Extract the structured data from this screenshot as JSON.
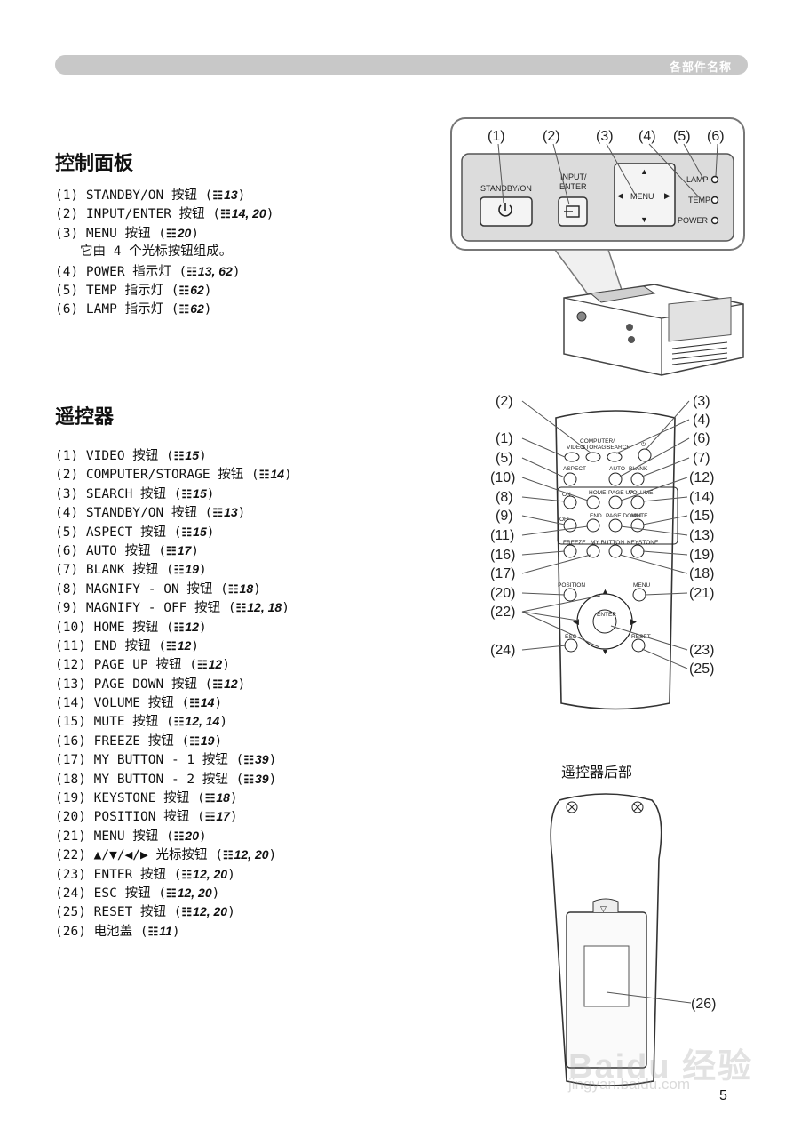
{
  "header": {
    "title": "各部件名称"
  },
  "control_panel": {
    "title": "控制面板",
    "items": [
      {
        "text": "(1) STANDBY/ON 按钮 (",
        "ref": "13",
        "close": ")"
      },
      {
        "text": "(2) INPUT/ENTER 按钮 (",
        "ref": "14, 20",
        "close": ")"
      },
      {
        "text": "(3) MENU 按钮 (",
        "ref": "20",
        "close": ")"
      },
      {
        "text": "它由 4 个光标按钮组成。",
        "ref": "",
        "close": ""
      },
      {
        "text": "(4) POWER 指示灯 (",
        "ref": "13, 62",
        "close": ")"
      },
      {
        "text": "(5) TEMP 指示灯 (",
        "ref": "62",
        "close": ")"
      },
      {
        "text": "(6) LAMP 指示灯 (",
        "ref": "62",
        "close": ")"
      }
    ],
    "figure": {
      "callouts": [
        "(1)",
        "(2)",
        "(3)",
        "(4)",
        "(5)",
        "(6)"
      ],
      "standby_label": "STANDBY/ON",
      "input_label_1": "INPUT/",
      "input_label_2": "ENTER",
      "menu_label": "MENU",
      "lamp_label": "LAMP",
      "temp_label": "TEMP",
      "power_label": "POWER"
    }
  },
  "remote": {
    "title": "遥控器",
    "items": [
      {
        "text": "(1) VIDEO 按钮 (",
        "ref": "15",
        "close": ")"
      },
      {
        "text": "(2) COMPUTER/STORAGE 按钮 (",
        "ref": "14",
        "close": ")"
      },
      {
        "text": "(3) SEARCH 按钮 (",
        "ref": "15",
        "close": ")"
      },
      {
        "text": "(4) STANDBY/ON 按钮 (",
        "ref": "13",
        "close": ")"
      },
      {
        "text": "(5) ASPECT 按钮 (",
        "ref": "15",
        "close": ")"
      },
      {
        "text": "(6) AUTO 按钮 (",
        "ref": "17",
        "close": ")"
      },
      {
        "text": "(7) BLANK 按钮 (",
        "ref": "19",
        "close": ")"
      },
      {
        "text": "(8) MAGNIFY - ON 按钮 (",
        "ref": "18",
        "close": ")"
      },
      {
        "text": "(9) MAGNIFY - OFF 按钮 (",
        "ref": "12, 18",
        "close": ")"
      },
      {
        "text": "(10) HOME 按钮 (",
        "ref": "12",
        "close": ")"
      },
      {
        "text": "(11) END 按钮 (",
        "ref": "12",
        "close": ")"
      },
      {
        "text": "(12) PAGE UP 按钮 (",
        "ref": "12",
        "close": ")"
      },
      {
        "text": "(13) PAGE DOWN 按钮 (",
        "ref": "12",
        "close": ")"
      },
      {
        "text": "(14) VOLUME 按钮 (",
        "ref": "14",
        "close": ")"
      },
      {
        "text": "(15) MUTE 按钮 (",
        "ref": "12, 14",
        "close": ")"
      },
      {
        "text": "(16) FREEZE 按钮 (",
        "ref": "19",
        "close": ")"
      },
      {
        "text": "(17) MY BUTTON - 1 按钮 (",
        "ref": "39",
        "close": ")"
      },
      {
        "text": "(18) MY BUTTON - 2 按钮 (",
        "ref": "39",
        "close": ")"
      },
      {
        "text": "(19) KEYSTONE 按钮 (",
        "ref": "18",
        "close": ")"
      },
      {
        "text": "(20) POSITION 按钮 (",
        "ref": "17",
        "close": ")"
      },
      {
        "text": "(21) MENU 按钮 (",
        "ref": "20",
        "close": ")"
      },
      {
        "text": "(22) ▲/▼/◀/▶ 光标按钮 (",
        "ref": "12, 20",
        "close": ")"
      },
      {
        "text": "(23) ENTER 按钮 (",
        "ref": "12, 20",
        "close": ")"
      },
      {
        "text": "(24) ESC 按钮 (",
        "ref": "12, 20",
        "close": ")"
      },
      {
        "text": "(25) RESET 按钮 (",
        "ref": "12, 20",
        "close": ")"
      },
      {
        "text": "(26) 电池盖 (",
        "ref": "11",
        "close": ")"
      }
    ],
    "figure": {
      "callouts_left": [
        "(2)",
        "(1)",
        "(5)",
        "(10)",
        "(8)",
        "(9)",
        "(11)",
        "(16)",
        "(17)",
        "(20)",
        "(22)",
        "(24)"
      ],
      "callouts_right": [
        "(3)",
        "(4)",
        "(6)",
        "(7)",
        "(12)",
        "(14)",
        "(15)",
        "(13)",
        "(19)",
        "(18)",
        "(21)",
        "(23)",
        "(25)"
      ],
      "btn_video": "VIDEO",
      "btn_computer_1": "COMPUTER/",
      "btn_computer_2": "STORAGE",
      "btn_search": "SEARCH",
      "btn_aspect": "ASPECT",
      "btn_auto": "AUTO",
      "btn_blank": "BLANK",
      "btn_on": "ON",
      "btn_off": "OFF",
      "btn_home": "HOME",
      "btn_pageup": "PAGE UP",
      "btn_volume": "VOLUME",
      "btn_end": "END",
      "btn_pagedown": "PAGE DOWN",
      "btn_mute": "MUTE",
      "btn_freeze": "FREEZE",
      "btn_mybutton": "MY BUTTON",
      "btn_keystone": "KEYSTONE",
      "btn_position": "POSITION",
      "btn_menu": "MENU",
      "btn_enter": "ENTER",
      "btn_esc": "ESC",
      "btn_reset": "RESET"
    },
    "rear": {
      "caption": "遥控器后部",
      "callout": "(26)"
    }
  },
  "page_number": "5",
  "watermark": {
    "logo": "Baidu 经验",
    "url": "jingyan.baidu.com"
  }
}
